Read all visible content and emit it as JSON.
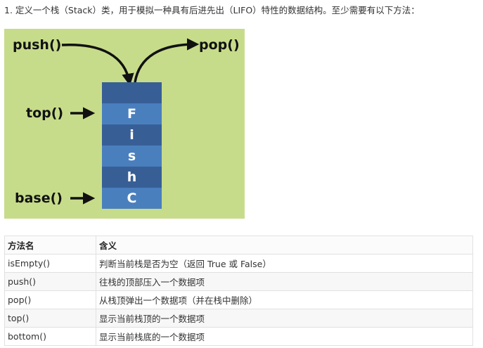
{
  "intro_text": "1. 定义一个栈（Stack）类，用于模拟一种具有后进先出（LIFO）特性的数据结构。至少需要有以下方法：",
  "diagram": {
    "push_label": "push()",
    "pop_label": "pop()",
    "top_label": "top()",
    "base_label": "base()",
    "stack_cells": [
      "",
      "F",
      "i",
      "s",
      "h",
      "C"
    ],
    "background_color": "#c7dc8a",
    "cell_dark_color": "#375f96",
    "cell_light_color": "#4a7fbe"
  },
  "table": {
    "headers": [
      "方法名",
      "含义"
    ],
    "rows": [
      [
        "isEmpty()",
        "判断当前栈是否为空（返回 True 或 False）"
      ],
      [
        "push()",
        "往栈的顶部压入一个数据项"
      ],
      [
        "pop()",
        "从栈顶弹出一个数据项（并在栈中删除）"
      ],
      [
        "top()",
        "显示当前栈顶的一个数据项"
      ],
      [
        "bottom()",
        "显示当前栈底的一个数据项"
      ]
    ]
  }
}
